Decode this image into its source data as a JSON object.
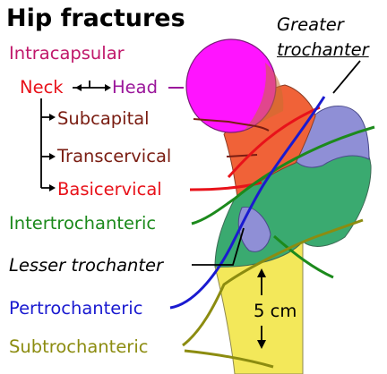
{
  "title": "Hip fractures",
  "labels": {
    "intracapsular": "Intracapsular",
    "neck": "Neck",
    "head": "Head",
    "subcapital": "Subcapital",
    "transcervical": "Transcervical",
    "basicervical": "Basicervical",
    "greater_trochanter_line1": "Greater",
    "greater_trochanter_line2": "trochanter",
    "intertrochanteric": "Intertrochanteric",
    "lesser_trochanter": "Lesser trochanter",
    "pertrochanteric": "Pertrochanteric",
    "subtrochanteric": "Subtrochanteric",
    "distance": "5 cm"
  },
  "colors": {
    "intracapsular": "#c0186b",
    "neck": "#e8121a",
    "head": "#9b179b",
    "subcapital": "#7a1d12",
    "transcervical": "#7a1d12",
    "basicervical": "#e8121a",
    "intertrochanteric": "#1c8a1c",
    "pertrochanteric": "#1a1ad0",
    "subtrochanteric": "#8c8c10",
    "head_fill": "#ff14ff",
    "neck_fill": "#f06238",
    "trochanter_fill": "#8f8fd6",
    "intertroch_fill": "#3aaa70",
    "shaft_fill": "#f3e85a"
  }
}
